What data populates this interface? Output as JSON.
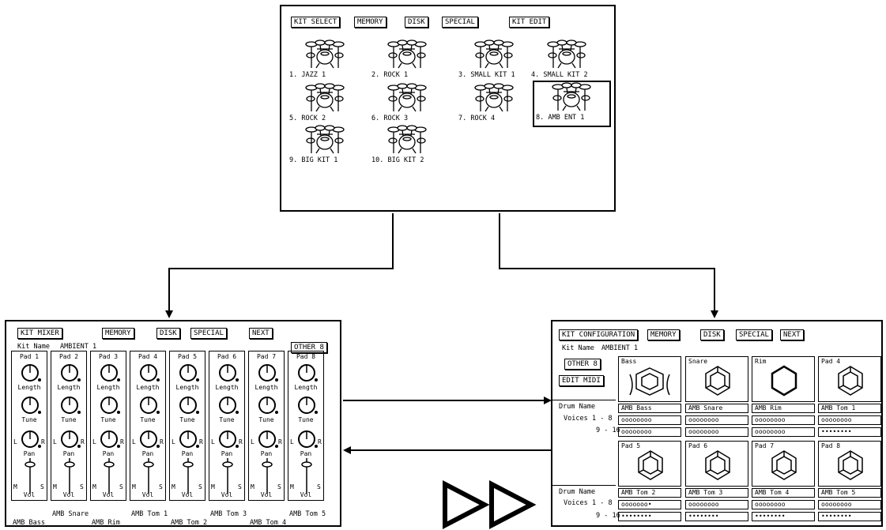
{
  "kit_select": {
    "buttons": [
      "KIT SELECT",
      "MEMORY",
      "DISK",
      "SPECIAL",
      "KIT EDIT"
    ],
    "kits": [
      {
        "label": "1. JAZZ 1",
        "selected": false
      },
      {
        "label": "2. ROCK 1",
        "selected": false
      },
      {
        "label": "3. SMALL KIT 1",
        "selected": false
      },
      {
        "label": "4. SMALL KIT 2",
        "selected": false
      },
      {
        "label": "5. ROCK 2",
        "selected": false
      },
      {
        "label": "6. ROCK 3",
        "selected": false
      },
      {
        "label": "7. ROCK 4",
        "selected": false
      },
      {
        "label": "8. AMB ENT 1",
        "selected": true
      },
      {
        "label": "9. BIG KIT 1",
        "selected": false
      },
      {
        "label": "10. BIG KIT 2",
        "selected": false
      }
    ]
  },
  "mixer": {
    "buttons": [
      "KIT MIXER",
      "MEMORY",
      "DISK",
      "SPECIAL",
      "NEXT"
    ],
    "kit_name_label": "Kit Name",
    "kit_name": "AMBIENT 1",
    "other_button": "OTHER 8",
    "strips": [
      {
        "pad": "Pad 1"
      },
      {
        "pad": "Pad 2"
      },
      {
        "pad": "Pad 3"
      },
      {
        "pad": "Pad 4"
      },
      {
        "pad": "Pad 5"
      },
      {
        "pad": "Pad 6"
      },
      {
        "pad": "Pad 7"
      },
      {
        "pad": "Pad 8"
      }
    ],
    "knob_labels": {
      "length": "Length",
      "tune": "Tune",
      "pan": "Pan",
      "vol": "Vol",
      "left": "L",
      "right": "R",
      "m": "M",
      "s": "S"
    },
    "bottom_names": [
      "AMB Bass",
      "AMB Snare",
      "AMB Rim",
      "AMB Tom 1",
      "AMB Tom 2",
      "AMB Tom 3",
      "AMB Tom 4",
      "AMB Tom 5"
    ]
  },
  "config": {
    "buttons": [
      "KIT CONFIGURATION",
      "MEMORY",
      "DISK",
      "SPECIAL",
      "NEXT"
    ],
    "kit_name_label": "Kit Name",
    "kit_name": "AMBIENT 1",
    "other_button": "OTHER 8",
    "edit_midi_button": "EDIT MIDI",
    "row_labels": {
      "drum_name": "Drum Name",
      "voices": "Voices",
      "v1": "1 - 8",
      "v2": "9 - 16"
    },
    "top_pads": [
      {
        "header": "Bass",
        "name": "AMB Bass",
        "v1": "oooooooo",
        "v2": "oooooooo"
      },
      {
        "header": "Snare",
        "name": "AMB Snare",
        "v1": "oooooooo",
        "v2": "oooooooo"
      },
      {
        "header": "Rim",
        "name": "AMB Rim",
        "v1": "oooooooo",
        "v2": "oooooooo"
      },
      {
        "header": "Pad 4",
        "name": "AMB Tom 1",
        "v1": "oooooooo",
        "v2": "••••••••"
      }
    ],
    "bottom_pads": [
      {
        "header": "Pad 5",
        "name": "AMB Tom 2",
        "v1": "ooooooo•",
        "v2": "••••••••"
      },
      {
        "header": "Pad 6",
        "name": "AMB Tom 3",
        "v1": "oooooooo",
        "v2": "••••••••"
      },
      {
        "header": "Pad 7",
        "name": "AMB Tom 4",
        "v1": "oooooooo",
        "v2": "••••••••"
      },
      {
        "header": "Pad 8",
        "name": "AMB Tom 5",
        "v1": "oooooooo",
        "v2": "••••••••"
      }
    ]
  }
}
